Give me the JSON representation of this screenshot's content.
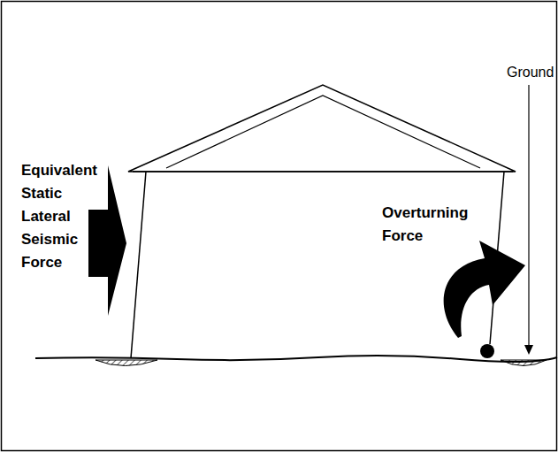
{
  "diagram": {
    "labels": [
      "Equivalent Static Lateral Seismic Force",
      "Overturning Force",
      "Ground"
    ]
  }
}
